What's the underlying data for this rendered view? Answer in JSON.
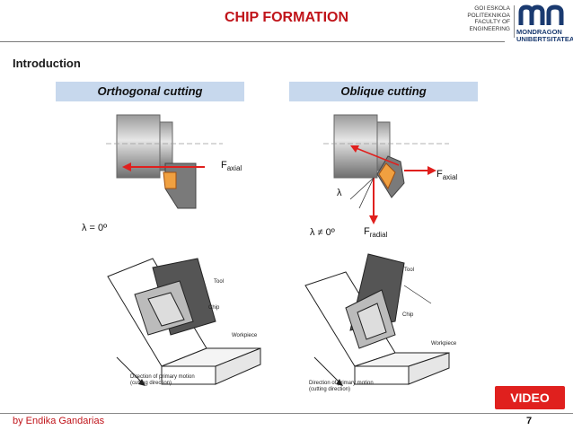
{
  "header": {
    "title": "CHIP FORMATION",
    "school_lines": [
      "GOI ESKOLA",
      "POLITEKNIKOA",
      "FACULTY OF",
      "ENGINEERING"
    ],
    "university_lines": [
      "MONDRAGON",
      "UNIBERTSITATEA"
    ]
  },
  "section": "Introduction",
  "panels": {
    "orthogonal": {
      "heading": "Orthogonal cutting",
      "force": "F",
      "force_sub": "axial",
      "angle_formula": "λ = 0º",
      "iso_labels": {
        "tool": "Tool",
        "chip": "Chip",
        "workpiece": "Workpiece",
        "motion": [
          "Direction of primary motion",
          "(cutting direction)"
        ]
      }
    },
    "oblique": {
      "heading": "Oblique cutting",
      "force1": "F",
      "force1_sub": "axial",
      "force2": "F",
      "force2_sub": "radial",
      "lambda": "λ",
      "angle_formula": "λ ≠ 0º",
      "iso_labels": {
        "tool": "Tool",
        "chip": "Chip",
        "workpiece": "Workpiece",
        "motion": [
          "Direction of primary motion",
          "(cutting direction)"
        ]
      }
    }
  },
  "video_button": "VIDEO",
  "footer": {
    "author": "by Endika Gandarias",
    "page": "7"
  },
  "colors": {
    "title": "#c0141a",
    "bar": "#c7d8ed",
    "arrow": "#e0201e",
    "video": "#e0201e",
    "logo": "#1a3a70"
  }
}
